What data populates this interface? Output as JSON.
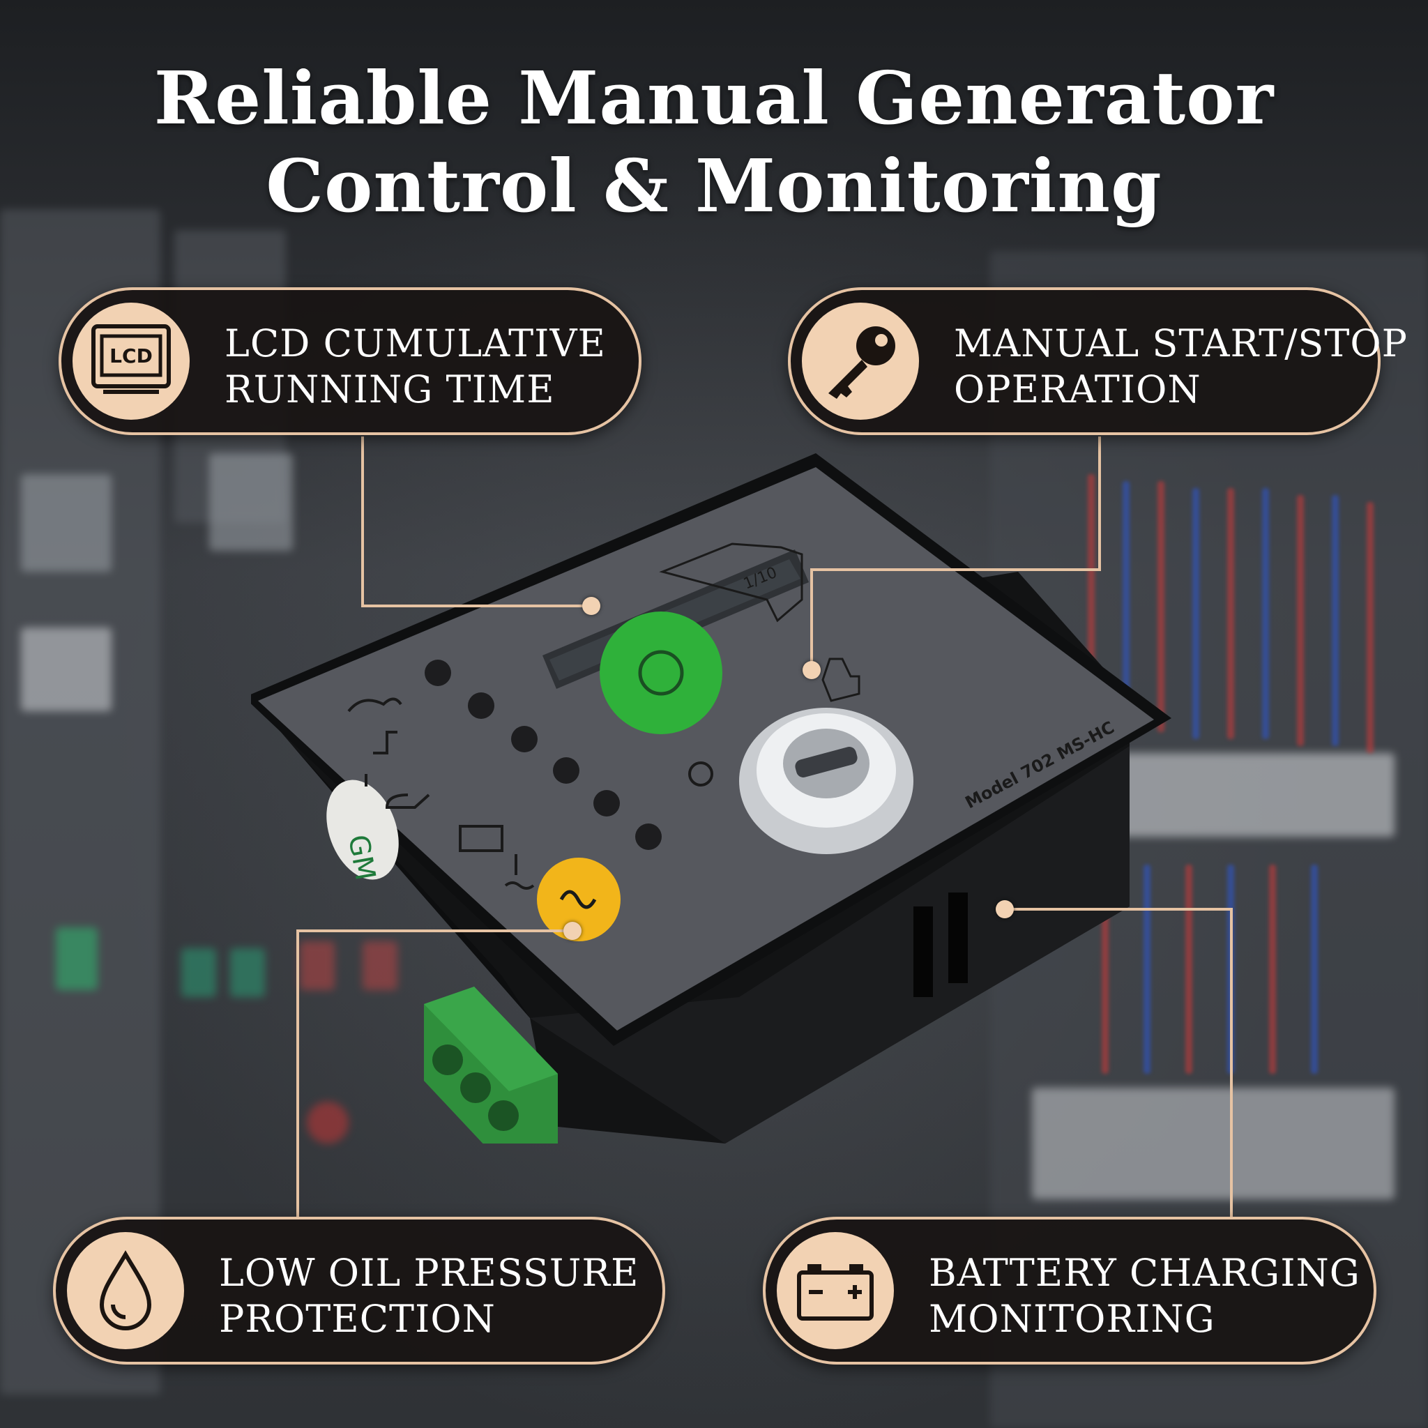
{
  "title": {
    "line1": "Reliable Manual Generator",
    "line2": "Control & Monitoring"
  },
  "features": [
    {
      "line1": "LCD CUMULATIVE",
      "line2": "RUNNING TIME",
      "icon": "lcd-icon",
      "icon_text": "LCD"
    },
    {
      "line1": "MANUAL START/STOP",
      "line2": "OPERATION",
      "icon": "key-icon"
    },
    {
      "line1": "LOW OIL PRESSURE",
      "line2": "PROTECTION",
      "icon": "oil-drop-icon"
    },
    {
      "line1": "BATTERY CHARGING",
      "line2": "MONITORING",
      "icon": "battery-icon"
    }
  ],
  "device": {
    "model_label": "Model 702 MS-HC",
    "badge": "GM",
    "hour_scale": "1/10",
    "start_button_color": "#2fb13a",
    "stop_button_color": "#f2b51a"
  },
  "colors": {
    "accent": "#e6c3a3",
    "icon_circle": "#f2d2b3",
    "pill_bg": "#181412"
  }
}
